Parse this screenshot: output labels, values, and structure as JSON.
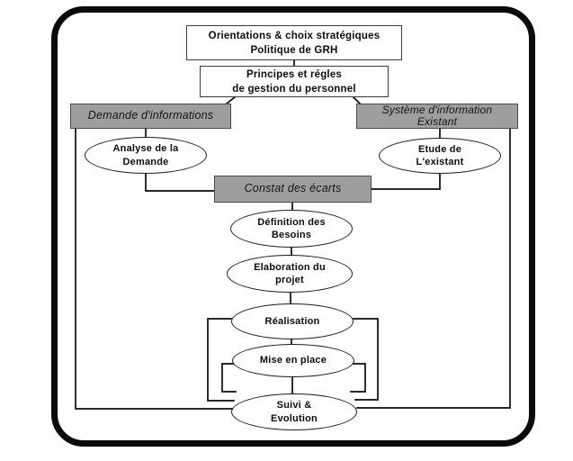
{
  "diagram": {
    "description": "Flowchart of an HR information system project process (GRH)",
    "colors": {
      "bar_fill": "#9e9e9e",
      "bar_border": "#4a4a4a",
      "line": "#0b0b0b",
      "frame": "#0a0a0a",
      "node_fill": "#ffffff"
    },
    "nodes": {
      "orientations": {
        "lines": [
          "Orientations & choix stratégiques",
          "Politique de GRH"
        ]
      },
      "principes": {
        "lines": [
          "Principes et régles",
          "de gestion du personnel"
        ]
      },
      "demande": {
        "lines": [
          "Demande d'informations"
        ]
      },
      "systeme": {
        "lines": [
          "Système d'information",
          "Existant"
        ]
      },
      "analyse": {
        "lines": [
          "Analyse de la",
          "Demande"
        ]
      },
      "etude": {
        "lines": [
          "Etude de",
          "L'existant"
        ]
      },
      "constat": {
        "lines": [
          "Constat des écarts"
        ]
      },
      "definition": {
        "lines": [
          "Définition des",
          "Besoins"
        ]
      },
      "elaboration": {
        "lines": [
          "Elaboration du",
          "projet"
        ]
      },
      "realisation": {
        "lines": [
          "Réalisation"
        ]
      },
      "mise": {
        "lines": [
          "Mise en place"
        ]
      },
      "suivi": {
        "lines": [
          "Suivi &",
          "Evolution"
        ]
      }
    }
  }
}
